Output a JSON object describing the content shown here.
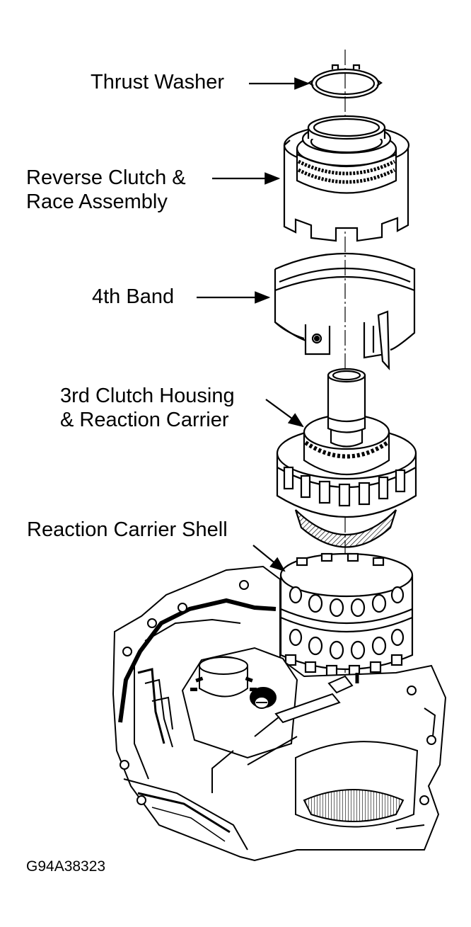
{
  "labels": {
    "thrust_washer": "Thrust Washer",
    "reverse_clutch_line1": "Reverse Clutch &",
    "reverse_clutch_line2": "Race Assembly",
    "fourth_band": "4th Band",
    "third_clutch_line1": "3rd Clutch Housing",
    "third_clutch_line2": "& Reaction Carrier",
    "reaction_shell": "Reaction Carrier Shell"
  },
  "figure_code": "G94A38323",
  "colors": {
    "ink": "#000000",
    "paper": "#ffffff",
    "shade": "#555555"
  }
}
